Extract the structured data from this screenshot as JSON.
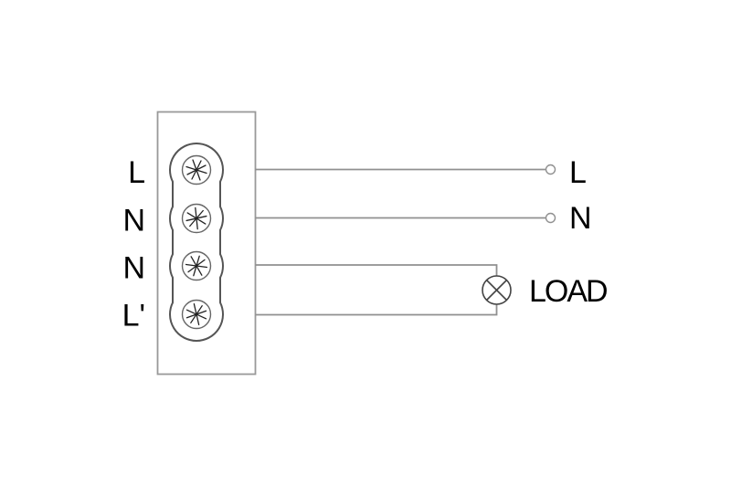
{
  "diagram": {
    "type": "wiring-connection-diagram",
    "terminal_block": {
      "terminals": [
        {
          "label": "L"
        },
        {
          "label": "N"
        },
        {
          "label": "N"
        },
        {
          "label": "L'"
        }
      ]
    },
    "outputs": {
      "line_label": "L",
      "neutral_label": "N",
      "load_label": "LOAD"
    },
    "colors": {
      "wire": "#909090",
      "block_outline": "#999999",
      "slot_outline": "#555555",
      "terminal_circle": "#666666",
      "screw": "#222222",
      "lamp": "#444444",
      "text": "#000000",
      "background": "#ffffff"
    }
  }
}
